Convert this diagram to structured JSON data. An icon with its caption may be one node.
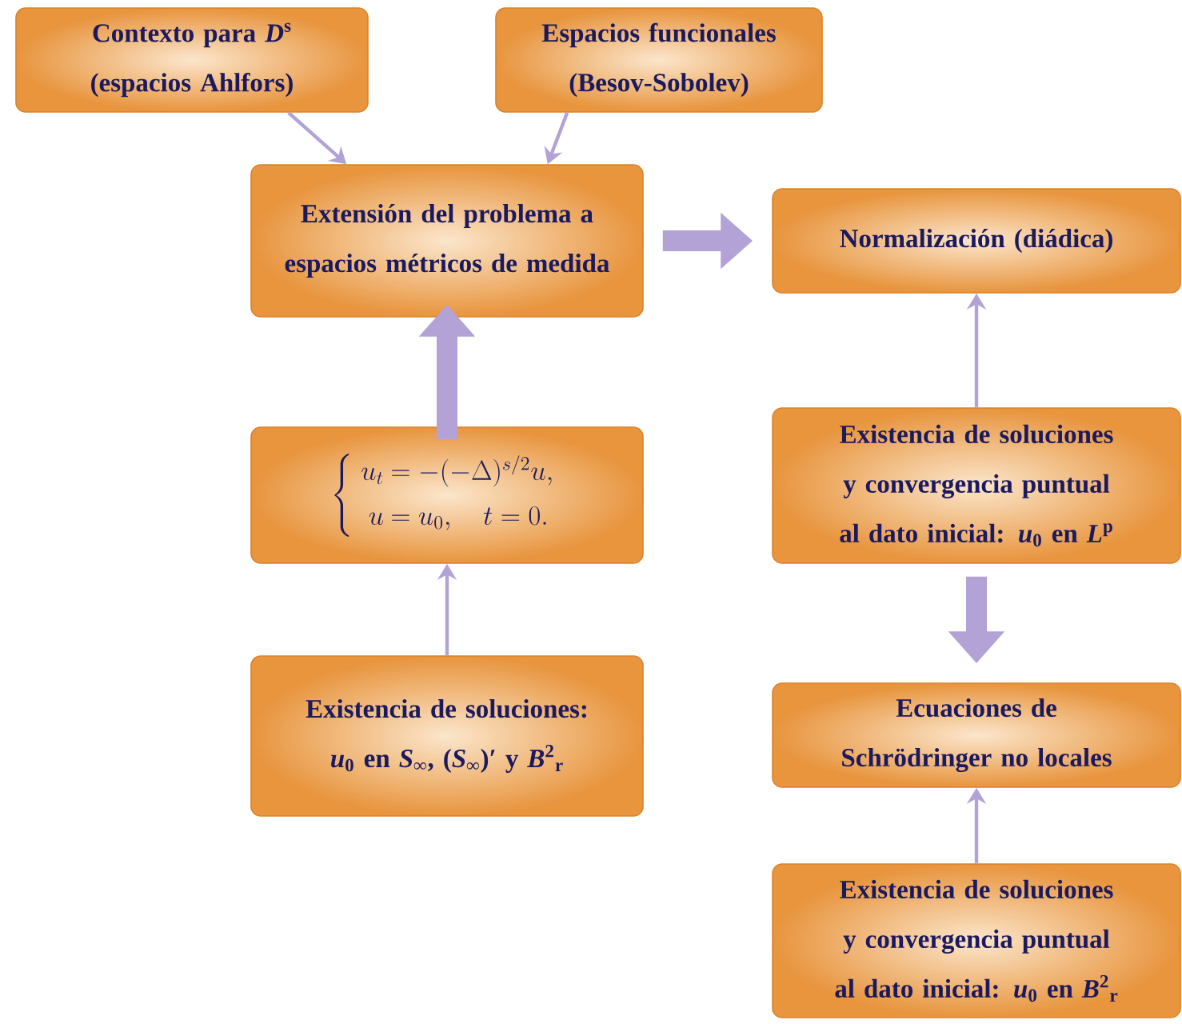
{
  "diagram": {
    "nodes": [
      {
        "text": [
          "Contexto para *D*$^{s}$ (espacios Ahlfors)"
        ]
      },
      {
        "text": [
          "Espacios funcionales (Besov-Sobolev)"
        ]
      },
      {
        "text": [
          "Extensión del problema a espacios métricos de medida"
        ]
      },
      {
        "text": [
          "Normalización (diádica)"
        ]
      },
      {
        "text": [
          "\\left\\{\\begin{array}{rl} u_t \\!\\!&= -(-\\Delta)^{s/2}u,\\\\[6pt] u \\!\\!&= u_0,\\quad t=0.\\end{array}\\right."
        ]
      },
      {
        "text": [
          "Existencia de soluciones: *u*$_{0}$ en *S*$_{∞}$, (*S*$_{∞}$)′ y *B*$^{2}$$_{r}$"
        ]
      },
      {
        "text": [
          "Existencia de soluciones y convergencia puntual al dato inicial: *u*$_{0}$ en *L*$^{p}$"
        ]
      },
      {
        "text": [
          "Ecuaciones de Schrödringer no locales"
        ]
      },
      {
        "text": [
          "Existencia de soluciones y convergencia puntual al dato inicial: *u*$_{0}$ en *B*$^{2}$$_{r}$"
        ]
      }
    ],
    "edges": [
      {
        "from": 0,
        "to": 2,
        "arrow": "to"
      },
      {
        "from": 1,
        "to": 2,
        "arrow": "to"
      },
      {
        "from": 2,
        "to": 3,
        "arrow": "to",
        "style": "thick"
      },
      {
        "from": 4,
        "to": 2,
        "arrow": "to",
        "style": "thick"
      },
      {
        "from": 5,
        "to": 4,
        "arrow": "to"
      },
      {
        "from": 6,
        "to": 3,
        "arrow": "to"
      },
      {
        "from": 6,
        "to": 7,
        "arrow": "to",
        "style": "thick"
      },
      {
        "from": 8,
        "to": 7,
        "arrow": "to"
      }
    ]
  }
}
